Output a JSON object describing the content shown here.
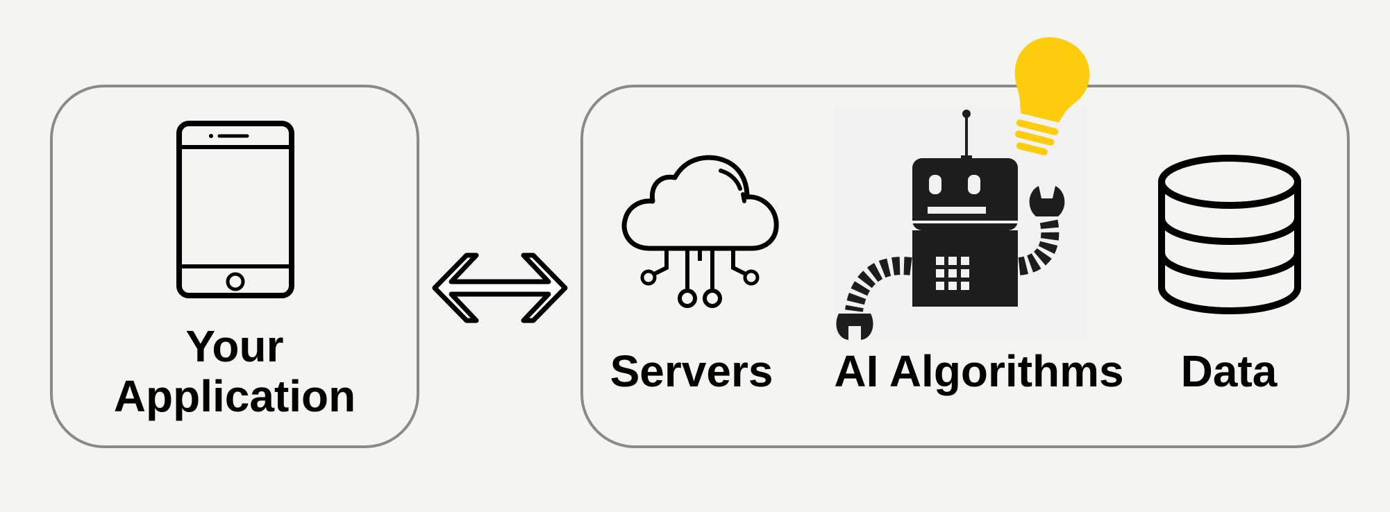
{
  "app": {
    "label_line1": "Your",
    "label_line2": "Application"
  },
  "backend": {
    "servers_label": "Servers",
    "ai_label": "AI Algorithms",
    "data_label": "Data"
  },
  "icons": {
    "phone": "smartphone-icon",
    "arrow": "bidirectional-arrow-icon",
    "cloud": "cloud-server-icon",
    "robot": "robot-icon",
    "bulb": "lightbulb-icon",
    "database": "database-icon"
  },
  "colors": {
    "background": "#f4f4f0",
    "panel_border": "#8a8a8a",
    "bulb": "#fdcc0d",
    "ink": "#000000"
  }
}
